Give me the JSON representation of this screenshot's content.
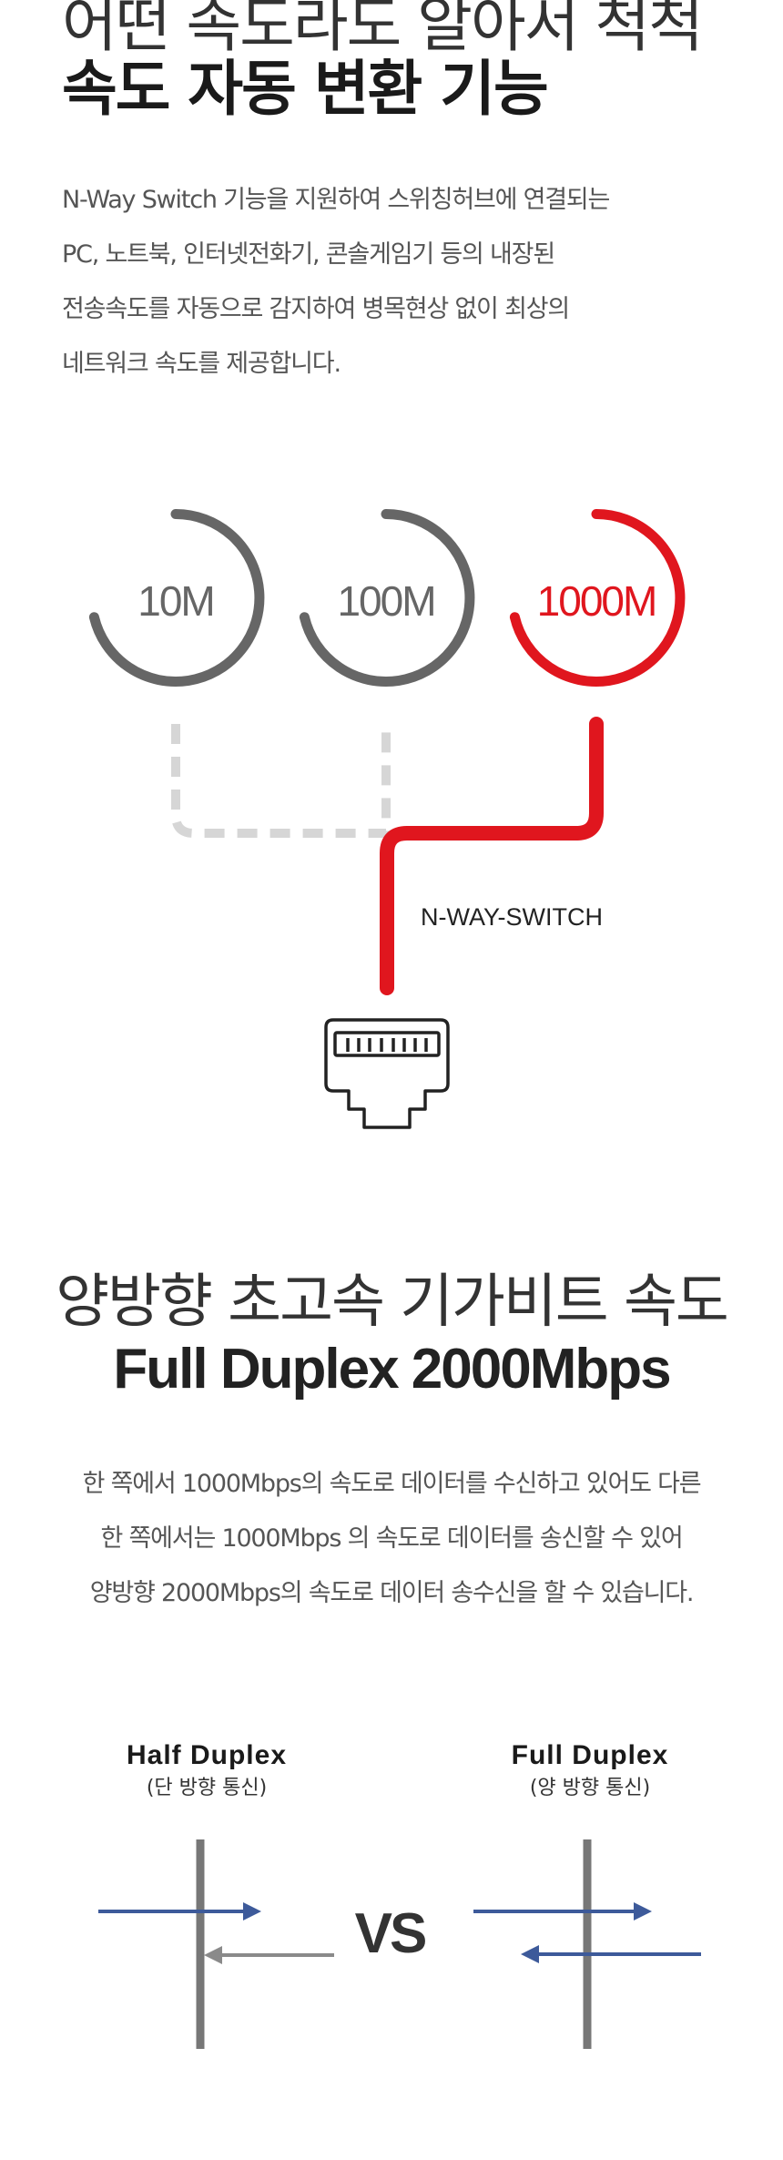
{
  "section1": {
    "title_line1": "어떤 속도라도 알아서 척척",
    "title_line2": "속도 자동 변환 기능",
    "description": [
      "N-Way Switch 기능을 지원하여 스위칭허브에 연결되는",
      "PC, 노트북, 인터넷전화기, 콘솔게임기 등의 내장된",
      "전송속도를 자동으로 감지하여 병목현상 없이 최상의",
      "네트워크 속도를 제공합니다."
    ]
  },
  "speed_diagram": {
    "speeds": [
      "10M",
      "100M",
      "1000M"
    ],
    "switch_label": "N-WAY-SWITCH",
    "active_speed": "1000M",
    "icons": [
      "speed-gauge-icon",
      "ethernet-port-icon"
    ],
    "colors": {
      "inactive": "#666666",
      "active": "#e0161e",
      "dashed": "#d6d6d6",
      "port": "#222222"
    }
  },
  "section2": {
    "title_line1": "양방향 초고속 기가비트 속도",
    "title_line2": "Full Duplex 2000Mbps",
    "description": [
      "한 쪽에서 1000Mbps의 속도로 데이터를 수신하고 있어도 다른",
      "한 쪽에서는 1000Mbps 의 속도로 데이터를 송신할 수 있어",
      "양방향 2000Mbps의 속도로 데이터 송수신을 할 수 있습니다."
    ]
  },
  "duplex_diagram": {
    "half": {
      "title": "Half Duplex",
      "subtitle": "(단 방향 통신)"
    },
    "full": {
      "title": "Full Duplex",
      "subtitle": "(양 방향 통신)"
    },
    "vs_label": "VS",
    "icons": [
      "arrow-right-icon",
      "arrow-left-icon"
    ],
    "colors": {
      "blue_arrow": "#3d5a9a",
      "gray_arrow": "#8a8a8a",
      "divider": "#777777",
      "vs": "#333333"
    }
  }
}
